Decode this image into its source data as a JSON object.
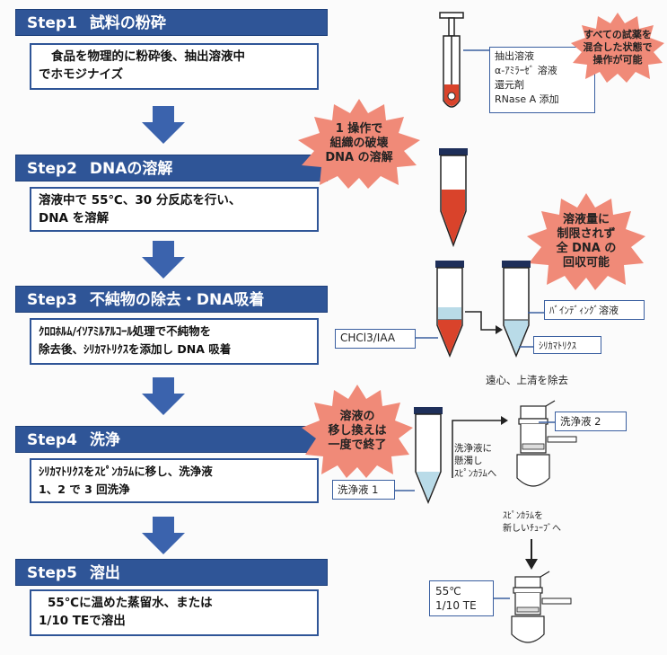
{
  "steps": [
    {
      "num": "Step1",
      "title": "試料の粉砕",
      "body_line1": "食品を物理的に粉砕後、抽出溶液中",
      "body_line2": "でホモジナイズ"
    },
    {
      "num": "Step2",
      "title": "DNAの溶解",
      "body_line1": "溶液中で 55℃、30 分反応を行い、",
      "body_line2": "DNA を溶解"
    },
    {
      "num": "Step3",
      "title": "不純物の除去・DNA吸着",
      "body_line1": "ｸﾛﾛﾎﾙﾑ/ｲｿｱﾐﾙｱﾙｺｰﾙ処理で不純物を",
      "body_line2": "除去後、ｼﾘｶﾏﾄﾘｸｽを添加し DNA 吸着"
    },
    {
      "num": "Step4",
      "title": "洗浄",
      "body_line1": "ｼﾘｶﾏﾄﾘｸｽをｽﾋﾟﾝｶﾗﾑに移し、洗浄液",
      "body_line2": "1、2 で 3 回洗浄"
    },
    {
      "num": "Step5",
      "title": "溶出",
      "body_line1": "55℃に温めた蒸留水、または",
      "body_line2": "1/10 TEで溶出"
    }
  ],
  "bursts": {
    "b1": "すべての試薬を\n混合した状態で\n操作が可能",
    "b2": "1 操作で\n組織の破壊\nDNA の溶解",
    "b3": "溶液量に\n制限されず\n全 DNA の\n回収可能",
    "b4": "溶液の\n移し換えは\n一度で終了"
  },
  "labels": {
    "reagents_l1": "抽出溶液",
    "reagents_l2": "α-ｱﾐﾗｰｾﾞ 溶液",
    "reagents_l3": "還元剤",
    "reagents_l4": "RNase A 添加",
    "chcl3": "CHCl3/IAA",
    "binding": "ﾊﾞｲﾝﾃﾞｨﾝｸﾞ溶液",
    "silica": "ｼﾘｶﾏﾄﾘｸｽ",
    "centrifuge": "遠心、上清を除去",
    "wash1": "洗浄液 1",
    "wash2": "洗浄液 2",
    "suspend": "洗浄液に\n懸濁し\nｽﾋﾟﾝｶﾗﾑへ",
    "spin_new": "ｽﾋﾟﾝｶﾗﾑを\n新しいﾁｭｰﾌﾞへ",
    "elute": "55℃\n1/10 TE"
  },
  "colors": {
    "step_blue": "#2f5597",
    "arrow_blue": "#3b63ad",
    "burst_red": "#f08a78",
    "liquid_red": "#d9432b",
    "liquid_blue": "#b9dbe8"
  }
}
